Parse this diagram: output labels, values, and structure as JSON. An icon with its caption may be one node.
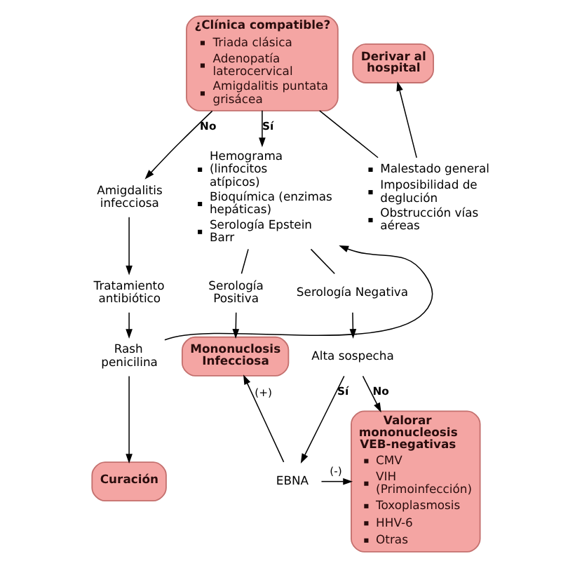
{
  "diagram": {
    "nodes": [
      {
        "text": [
          "¿Clínica compatible?",
          "Triada clásica",
          "Adenopatía laterocervical",
          "Amigdalitis puntata grisácea"
        ]
      },
      {
        "text": [
          "Derivar al hospital"
        ]
      },
      {
        "text": [
          "Malestado general",
          "Imposibilidad de deglución",
          "Obstrucción vías aéreas"
        ]
      },
      {
        "text": [
          "Amigdalitis infecciosa"
        ]
      },
      {
        "text": [
          "Tratamiento antibiótico"
        ]
      },
      {
        "text": [
          "Rash penicilina"
        ]
      },
      {
        "text": [
          "Hemograma (linfocitos atípicos)",
          "Bioquímica (enzimas hepáticas)",
          "Serología Epstein Barr"
        ]
      },
      {
        "text": [
          "Serología Positiva"
        ]
      },
      {
        "text": [
          "Serología Negativa"
        ]
      },
      {
        "text": [
          "Alta sospecha"
        ]
      },
      {
        "text": [
          "Curación"
        ]
      },
      {
        "text": [
          "Mononuclosis Infecciosa"
        ]
      },
      {
        "text": [
          "EBNA"
        ]
      },
      {
        "text": [
          "Valorar mononucleosis VEB-negativas",
          "CMV",
          "VIH (Primoinfección)",
          "Toxoplasmosis",
          "HHV-6",
          "Otras"
        ]
      }
    ],
    "edges": [
      {
        "from": 0,
        "to": 3,
        "arrow": "to",
        "label": "No"
      },
      {
        "from": 0,
        "to": 6,
        "arrow": "to",
        "label": "Sí"
      },
      {
        "from": 0,
        "to": 2,
        "arrow": "none"
      },
      {
        "from": 2,
        "to": 1,
        "arrow": "to"
      },
      {
        "from": 3,
        "to": 4,
        "arrow": "to"
      },
      {
        "from": 4,
        "to": 5,
        "arrow": "to"
      },
      {
        "from": 5,
        "to": 10,
        "arrow": "to"
      },
      {
        "from": 5,
        "to": 6,
        "arrow": "to"
      },
      {
        "from": 6,
        "to": 7,
        "arrow": "none"
      },
      {
        "from": 6,
        "to": 8,
        "arrow": "none"
      },
      {
        "from": 7,
        "to": 11,
        "arrow": "to"
      },
      {
        "from": 8,
        "to": 9,
        "arrow": "to"
      },
      {
        "from": 9,
        "to": 13,
        "arrow": "to",
        "label": "No"
      },
      {
        "from": 9,
        "to": 12,
        "arrow": "to",
        "label": "Sí"
      },
      {
        "from": 12,
        "to": 11,
        "arrow": "to",
        "label": "(+)"
      },
      {
        "from": 12,
        "to": 13,
        "arrow": "to",
        "label": "(-)"
      }
    ]
  }
}
